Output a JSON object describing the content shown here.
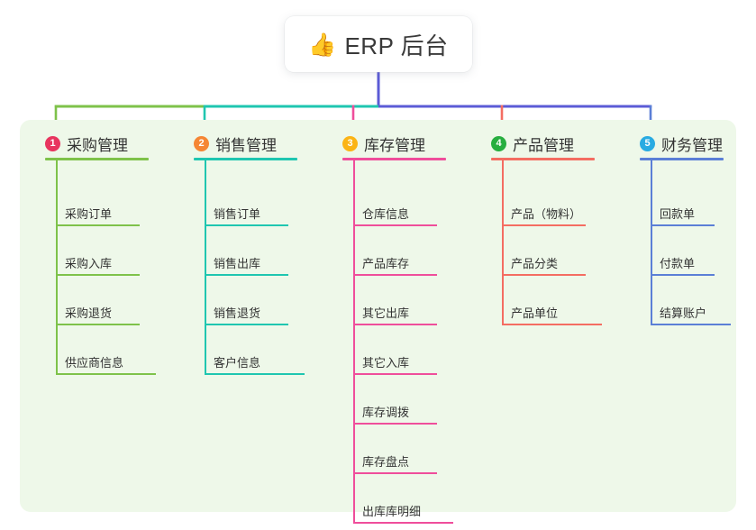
{
  "root": {
    "emoji": "👍",
    "emoji_name": "thumbs-up-icon",
    "title": "ERP 后台"
  },
  "theme": {
    "page_bg": "#ffffff",
    "panel_bg": "#eef8e9",
    "card_bg": "#ffffff",
    "text": "#333333",
    "root_stem": "#5b5bd6"
  },
  "columns": [
    {
      "index": "1",
      "title": "采购管理",
      "badge_color": "#e8355f",
      "line_color": "#7ec24a",
      "stem_color": "#7ec24a",
      "items": [
        "采购订单",
        "采购入库",
        "采购退货",
        "供应商信息"
      ]
    },
    {
      "index": "2",
      "title": "销售管理",
      "badge_color": "#f58634",
      "line_color": "#1fc6b0",
      "stem_color": "#1fc6b0",
      "items": [
        "销售订单",
        "销售出库",
        "销售退货",
        "客户信息"
      ]
    },
    {
      "index": "3",
      "title": "库存管理",
      "badge_color": "#fbb415",
      "line_color": "#ef4e9b",
      "stem_color": "#ef4e9b",
      "items": [
        "仓库信息",
        "产品库存",
        "其它出库",
        "其它入库",
        "库存调拨",
        "库存盘点",
        "出库库明细"
      ]
    },
    {
      "index": "4",
      "title": "产品管理",
      "badge_color": "#27ae3f",
      "line_color": "#f46d62",
      "stem_color": "#f46d62",
      "items": [
        "产品（物料）",
        "产品分类",
        "产品单位"
      ]
    },
    {
      "index": "5",
      "title": "财务管理",
      "badge_color": "#29abe2",
      "line_color": "#5b7fd6",
      "stem_color": "#5b7fd6",
      "items": [
        "回款单",
        "付款单",
        "结算账户"
      ]
    }
  ],
  "connector_segments": [
    {
      "name": "segment-green",
      "color": "#7ec24a"
    },
    {
      "name": "segment-teal",
      "color": "#1fc6b0"
    },
    {
      "name": "segment-purple",
      "color": "#5b5bd6"
    }
  ]
}
